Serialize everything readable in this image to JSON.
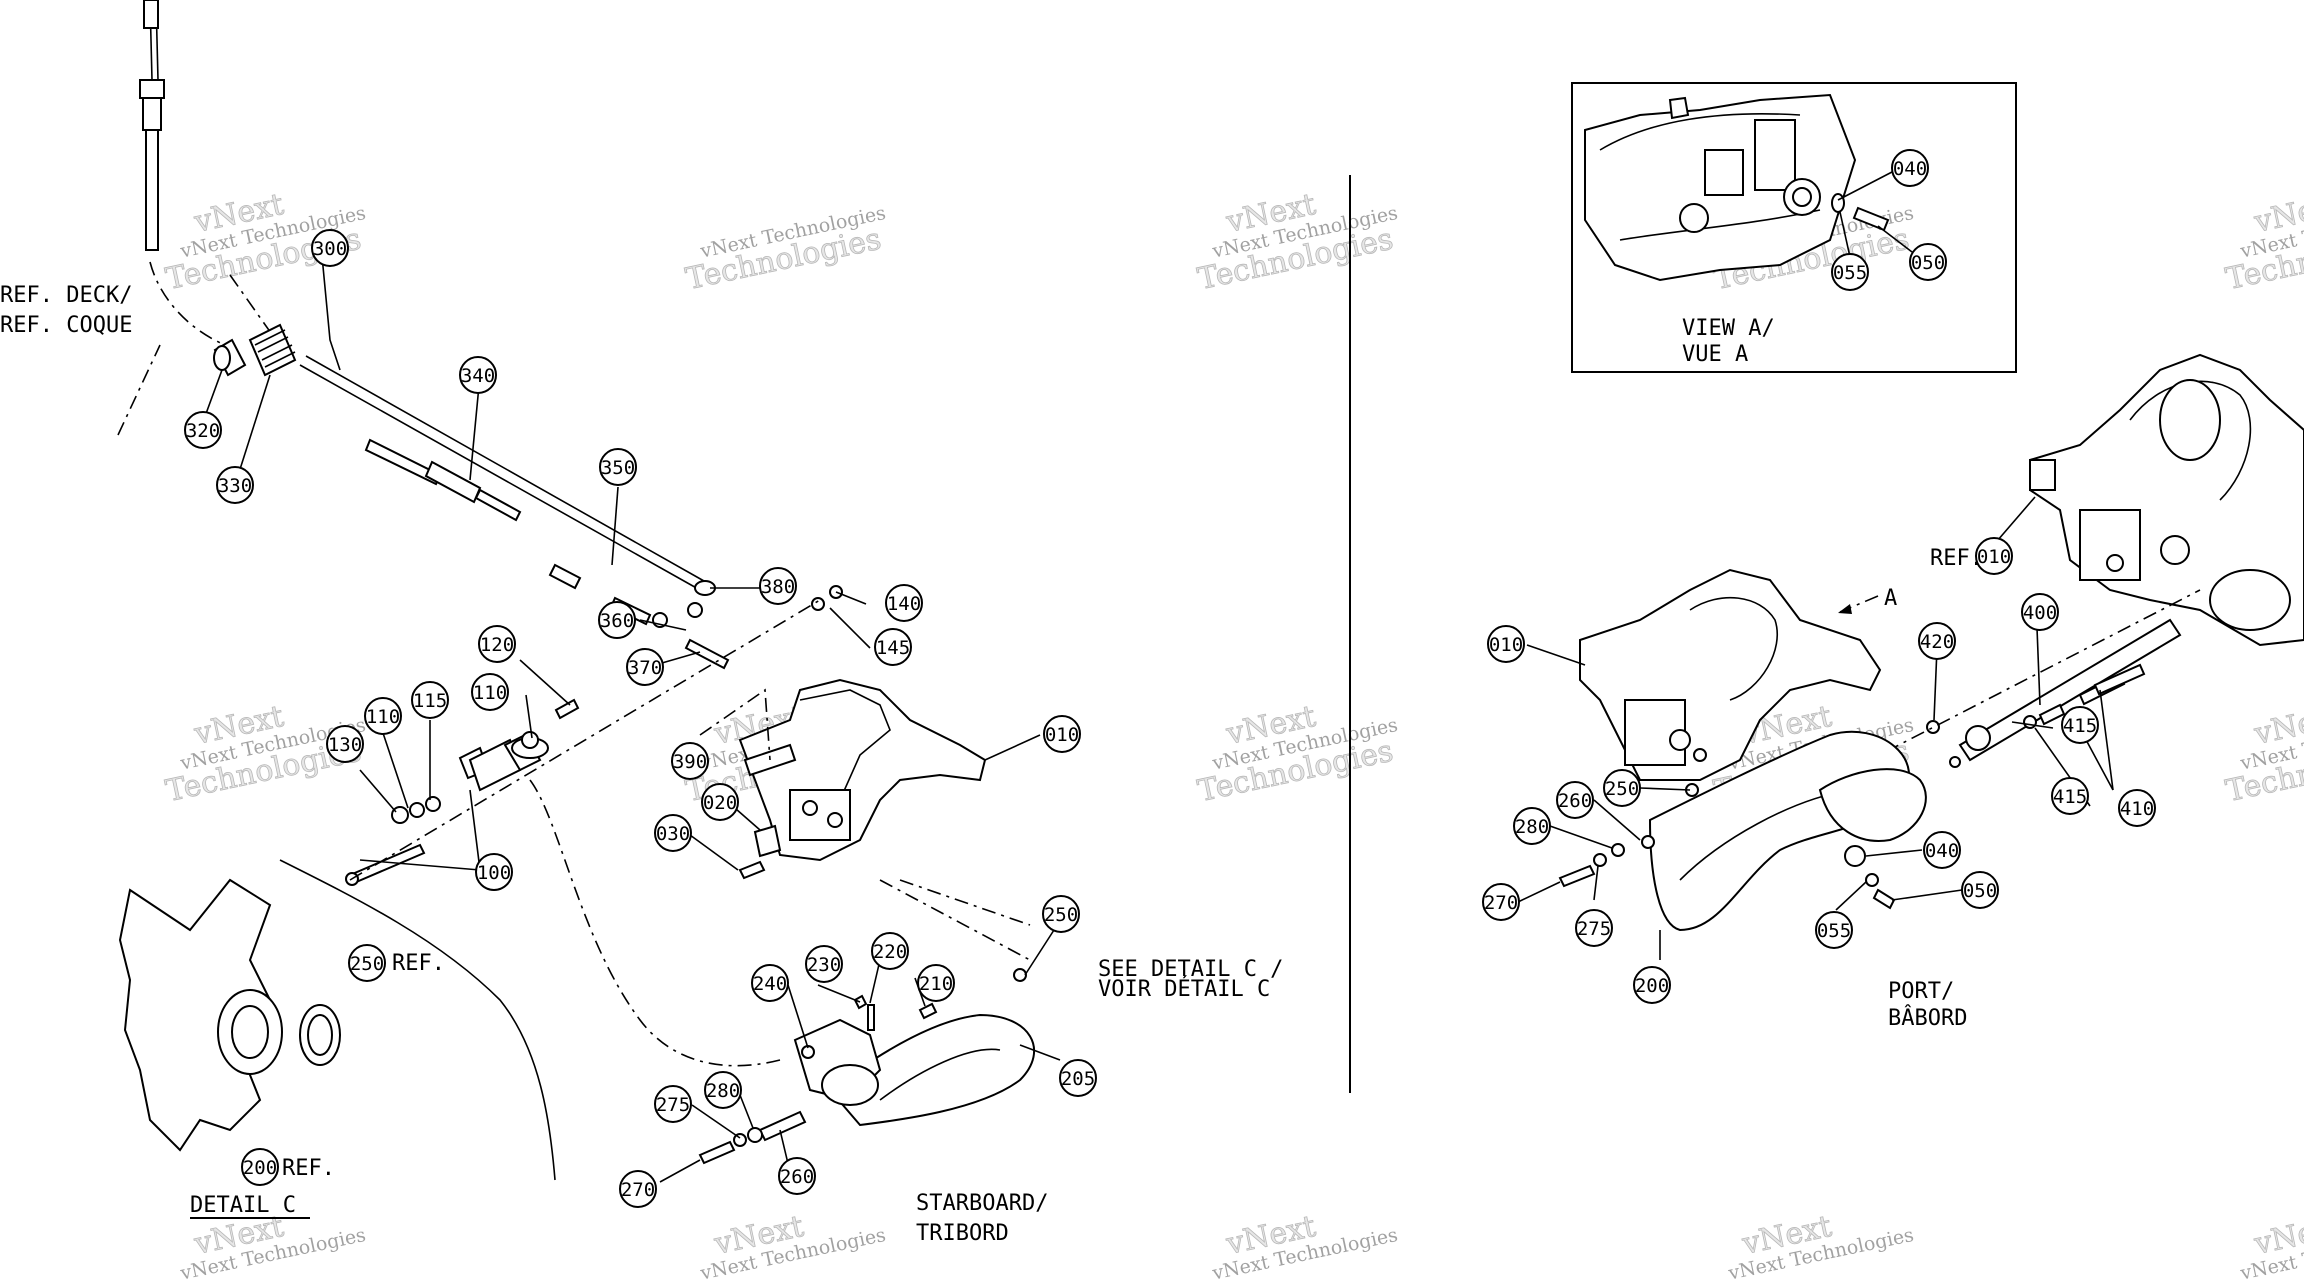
{
  "labels": {
    "ref_deck": "REF. DECK/",
    "ref_coque": "REF. COQUE",
    "view_a": "VIEW A/",
    "vue_a": "VUE A",
    "see_detail": "SEE DETAIL C /",
    "voir_detail": "VOIR DÉTAIL C",
    "starboard": "STARBOARD/",
    "tribord": "TRIBORD",
    "port": "PORT/",
    "babord": "BÂBORD",
    "detail_c": "DETAIL C",
    "ref": "REF.",
    "arrow_a": "A"
  },
  "callouts": {
    "c300": "300",
    "c320": "320",
    "c330": "330",
    "c340": "340",
    "c350": "350",
    "c380": "380",
    "c140": "140",
    "c360": "360",
    "c145": "145",
    "c370": "370",
    "c120": "120",
    "c110a": "110",
    "c115": "115",
    "c110b": "110",
    "c130": "130",
    "c390": "390",
    "c010a": "010",
    "c020": "020",
    "c030": "030",
    "c100": "100",
    "c250a": "250",
    "c250b": "250",
    "c230": "230",
    "c220": "220",
    "c240": "240",
    "c210": "210",
    "c205": "205",
    "c275a": "275",
    "c280a": "280",
    "c270a": "270",
    "c260a": "260",
    "c200a": "200",
    "c040a": "040",
    "c050a": "050",
    "c055a": "055",
    "c010b": "010",
    "c010c": "010",
    "c420": "420",
    "c400": "400",
    "c415a": "415",
    "c415b": "415",
    "c410": "410",
    "c250c": "250",
    "c260b": "260",
    "c280b": "280",
    "c270b": "270",
    "c275b": "275",
    "c040b": "040",
    "c050b": "050",
    "c055b": "055",
    "c200b": "200"
  },
  "watermark": {
    "line1": "vNext Technologies",
    "line2": "Technologies",
    "brand": "vNext"
  }
}
